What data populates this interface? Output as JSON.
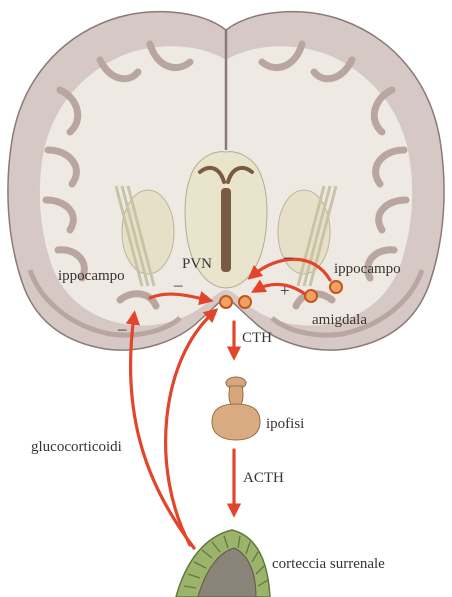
{
  "labels": {
    "pvn": "PVN",
    "hippocampus_left": "ippocampo",
    "hippocampus_right": "ippocampo",
    "amygdala": "amigdala",
    "cth": "CTH",
    "pituitary": "ipofisi",
    "acth": "ACTH",
    "glucocorticoids": "glucocorticoidi",
    "adrenal_cortex": "corteccia surrenale"
  },
  "signs": {
    "left_pvn_minus": "–",
    "left_lower_minus": "–",
    "right_hippocampus_minus": "–",
    "amygdala_plus": "+"
  },
  "colors": {
    "arrow": "#e2452c",
    "gray_matter": "#d6c8c4",
    "white_matter": "#eeeae3",
    "cortex_edge": "#8a7a78",
    "nucleus_fill": "#f2a162",
    "nucleus_ring": "#c2561d",
    "ventricle": "#7a5a40",
    "pituitary": "#d6a77d",
    "adrenal_outer": "#9bb36b",
    "adrenal_inner": "#8a8378"
  }
}
